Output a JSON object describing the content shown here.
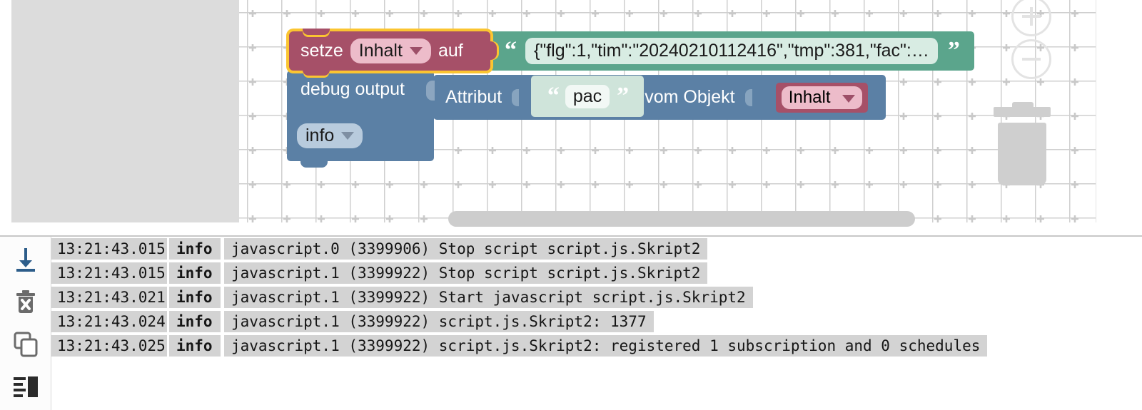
{
  "workspace": {
    "zoom_in_icon": "plus-circle-icon",
    "zoom_out_icon": "minus-circle-icon",
    "trash_icon": "trash-can-icon",
    "colors": {
      "variables": "#a65068",
      "text": "#5ba58c",
      "debug": "#5b80a5",
      "selection": "#fbc531",
      "dropdown_light": "#edbcca",
      "dropdown_blue": "#b8cbdd",
      "text_field_light": "#cfe4da"
    },
    "blocks": {
      "setze": {
        "label_set": "setze",
        "variable": "Inhalt",
        "label_to": "auf",
        "dropdown_icon": "chevron-down-icon"
      },
      "string": {
        "value": "{\"flg\":1,\"tim\":\"20240210112416\",\"tmp\":381,\"fac\":…",
        "open_quote": "“",
        "close_quote": "”"
      },
      "debug": {
        "label": "debug output",
        "level": "info",
        "dropdown_icon": "chevron-down-icon"
      },
      "attribute": {
        "label_attribute": "Attribut",
        "attr_name": "pac",
        "label_from_object": "vom Objekt",
        "object_variable": "Inhalt",
        "open_quote": "“",
        "close_quote": "”",
        "dropdown_icon": "chevron-down-icon"
      }
    }
  },
  "log_panel": {
    "toolbar": [
      {
        "name": "scroll-to-bottom-icon",
        "title": "Scroll to bottom"
      },
      {
        "name": "clear-log-icon",
        "title": "Clear log"
      },
      {
        "name": "copy-log-icon",
        "title": "Copy log"
      },
      {
        "name": "toggle-columns-icon",
        "title": "Toggle layout"
      }
    ],
    "rows": [
      {
        "time": "13:21:43.015",
        "level": "info",
        "message": "javascript.0 (3399906) Stop script script.js.Skript2"
      },
      {
        "time": "13:21:43.015",
        "level": "info",
        "message": "javascript.1 (3399922) Stop script script.js.Skript2"
      },
      {
        "time": "13:21:43.021",
        "level": "info",
        "message": "javascript.1 (3399922) Start javascript script.js.Skript2"
      },
      {
        "time": "13:21:43.024",
        "level": "info",
        "message": "javascript.1 (3399922) script.js.Skript2: 1377"
      },
      {
        "time": "13:21:43.025",
        "level": "info",
        "message": "javascript.1 (3399922) script.js.Skript2: registered 1 subscription and 0 schedules"
      }
    ]
  }
}
